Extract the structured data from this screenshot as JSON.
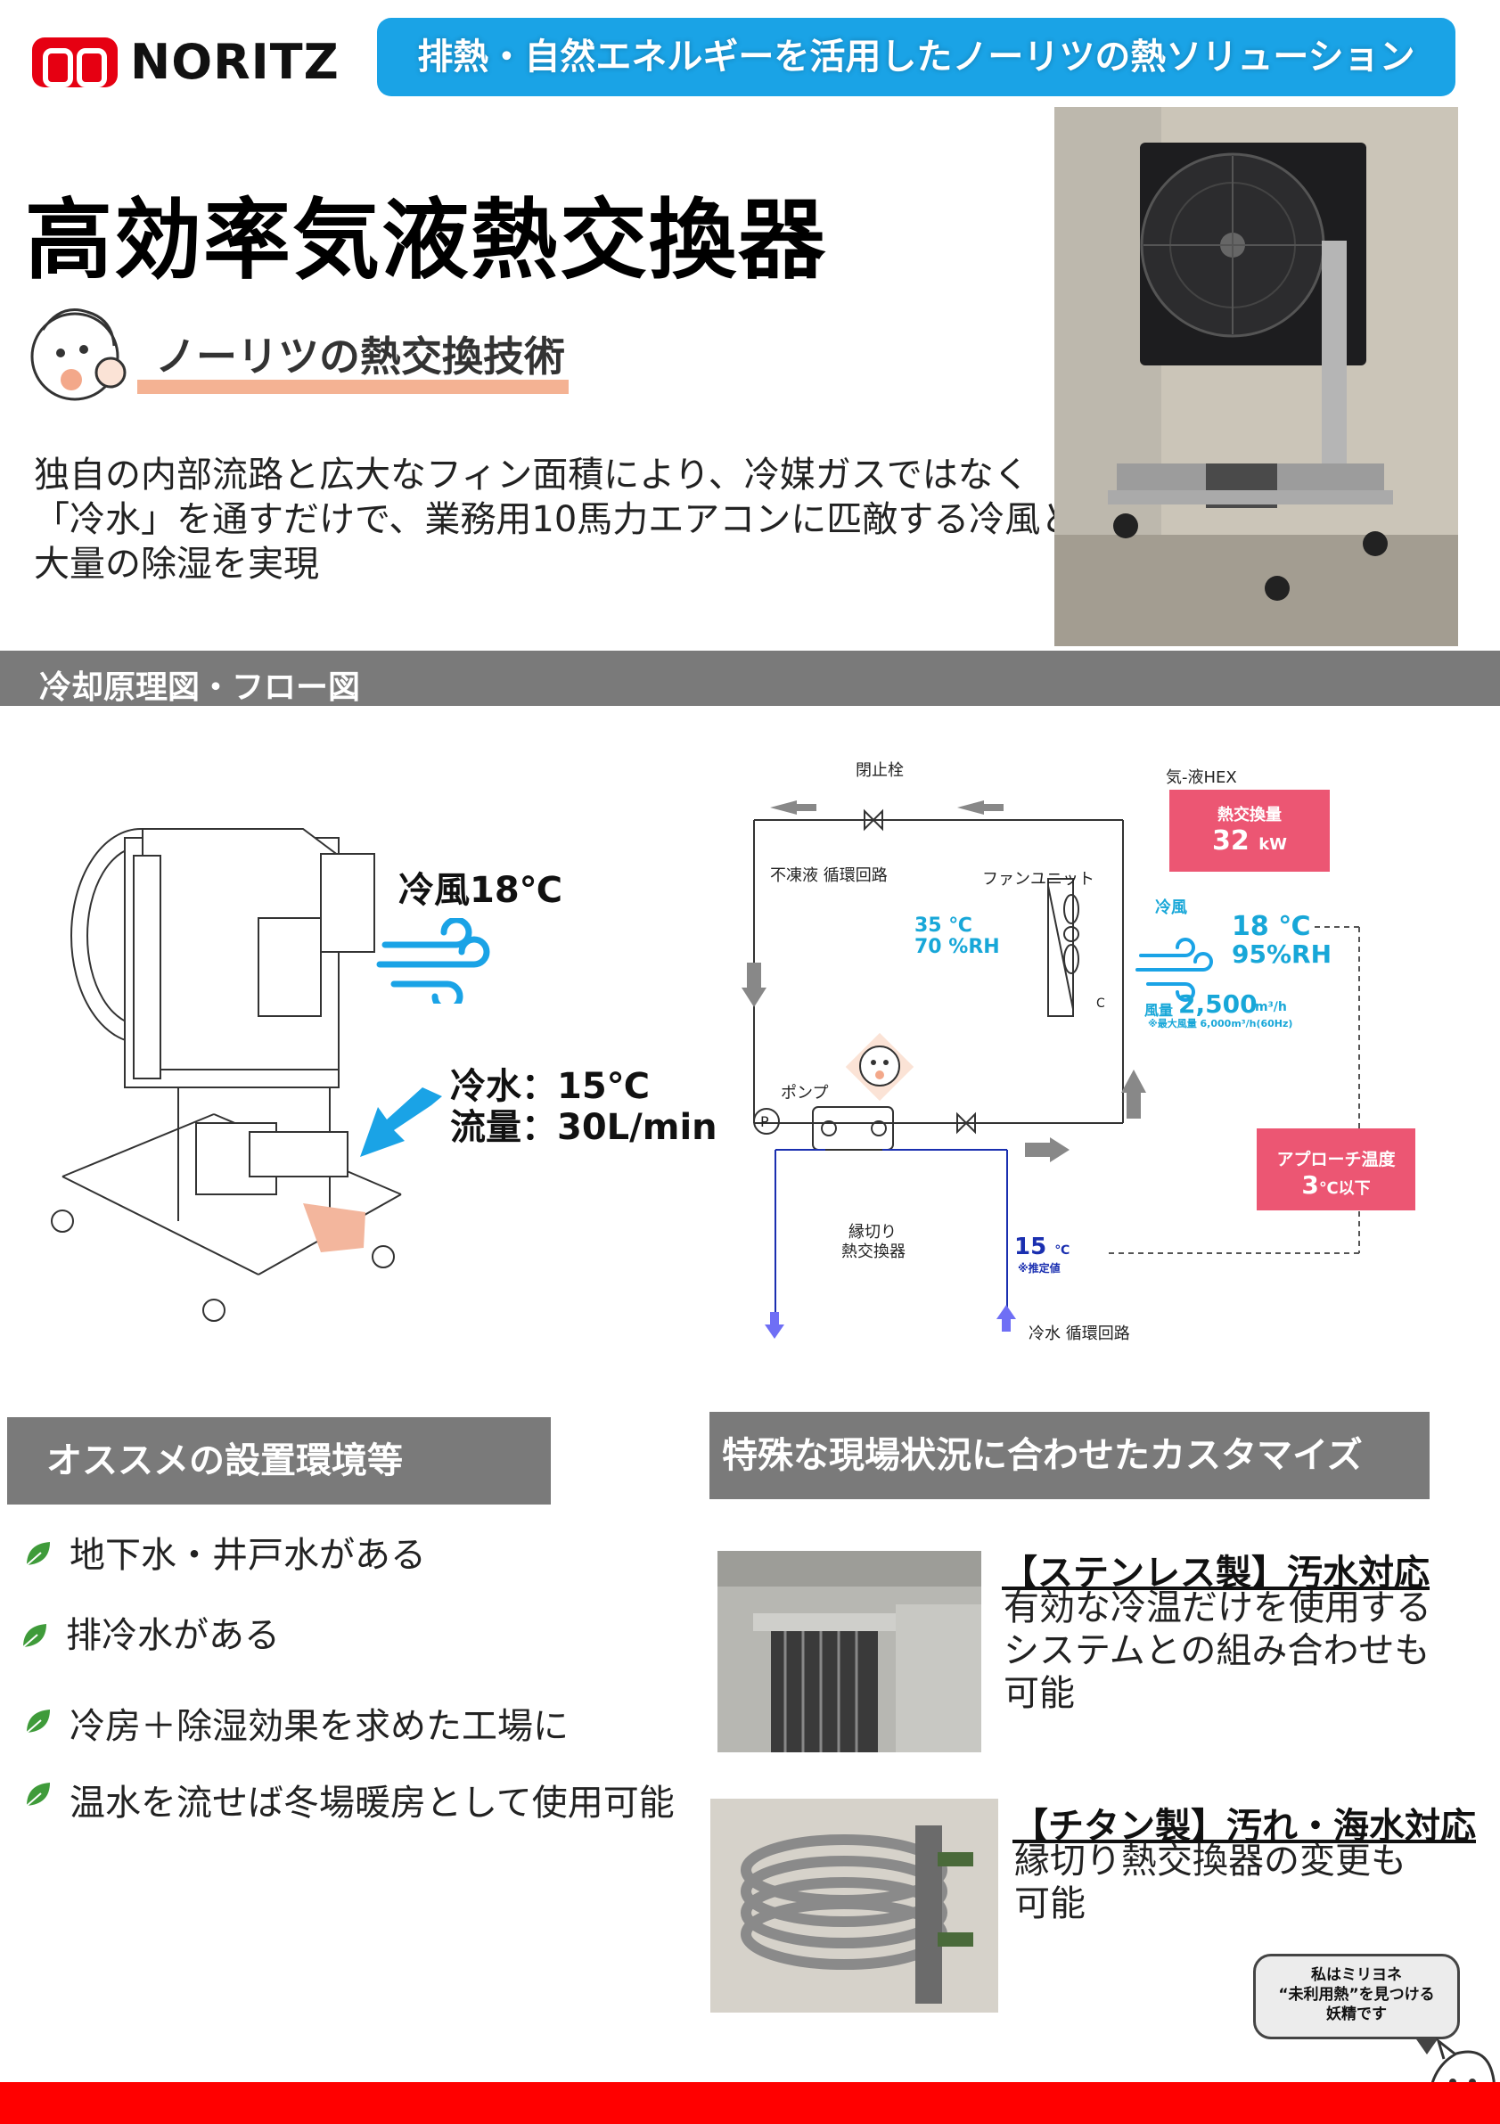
{
  "header": {
    "brand": "NORITZ",
    "banner": "排熱・自然エネルギーを活用したノーリツの熱ソリューション"
  },
  "title": "高効率気液熱交換器",
  "subhead": "ノーリツの熱交換技術",
  "intro": [
    "独自の内部流路と広大なフィン面積により、冷媒ガスではなく",
    "「冷水」を通すだけで、業務用10馬力エアコンに匹敵する冷風と",
    "大量の除湿を実現"
  ],
  "section": "冷却原理図・フロー図",
  "machine": {
    "cold_air": "冷風18℃",
    "cold_water": "冷水：15℃",
    "flow_rate": "流量：30L/min"
  },
  "flow": {
    "stop_valve": "閉止栓",
    "hex_label": "気-液HEX",
    "heat_exchange_label": "熱交換量",
    "heat_exchange_value": "32",
    "heat_exchange_unit": "kW",
    "antifreeze_loop": "不凍液 循環回路",
    "fan_unit": "ファンユニット",
    "inlet_temp": "35 ℃",
    "inlet_rh": "70 %RH",
    "cold_air_label": "冷風",
    "out_temp": "18 ℃",
    "out_rh": "95%RH",
    "airflow_label": "風量",
    "airflow_value": "2,500",
    "airflow_unit": "m³/h",
    "airflow_max": "※最大風量 6,000m³/h(60Hz)",
    "c_mark": "C",
    "pump": "ポンプ",
    "pump_mark": "P",
    "plate_hex": [
      "縁切り",
      "熱交換器"
    ],
    "water_temp": "15",
    "water_temp_unit": "℃",
    "estimated": "※推定値",
    "water_loop": "冷水 循環回路",
    "approach_label": "アプローチ温度",
    "approach_value": "3",
    "approach_unit": "℃以下"
  },
  "recommend": {
    "header": "オススメの設置環境等",
    "items": [
      "地下水・井戸水がある",
      "排冷水がある",
      "冷房＋除湿効果を求めた工場に",
      "温水を流せば冬場暖房として使用可能"
    ]
  },
  "custom": {
    "header": "特殊な現場状況に合わせたカスタマイズ",
    "cards": [
      {
        "title": "【ステンレス製】汚水対応",
        "lines": [
          "有効な冷温だけを使用する",
          "システムとの組み合わせも",
          "可能"
        ]
      },
      {
        "title": "【チタン製】汚れ・海水対応",
        "lines": [
          "縁切り熱交換器の変更も",
          "可能"
        ]
      }
    ]
  },
  "bubble": [
    "私はミリヨネ",
    "“未利用熱”を見つける",
    "妖精です"
  ],
  "colors": {
    "brand_red": "#e60012",
    "banner_blue": "#1aa3e6",
    "section_gray": "#7a7a7a",
    "accent_pink": "#ec5673",
    "subline_orange": "#f4b293",
    "cyan_text": "#18a7d8",
    "footer_red": "#ff0000"
  }
}
